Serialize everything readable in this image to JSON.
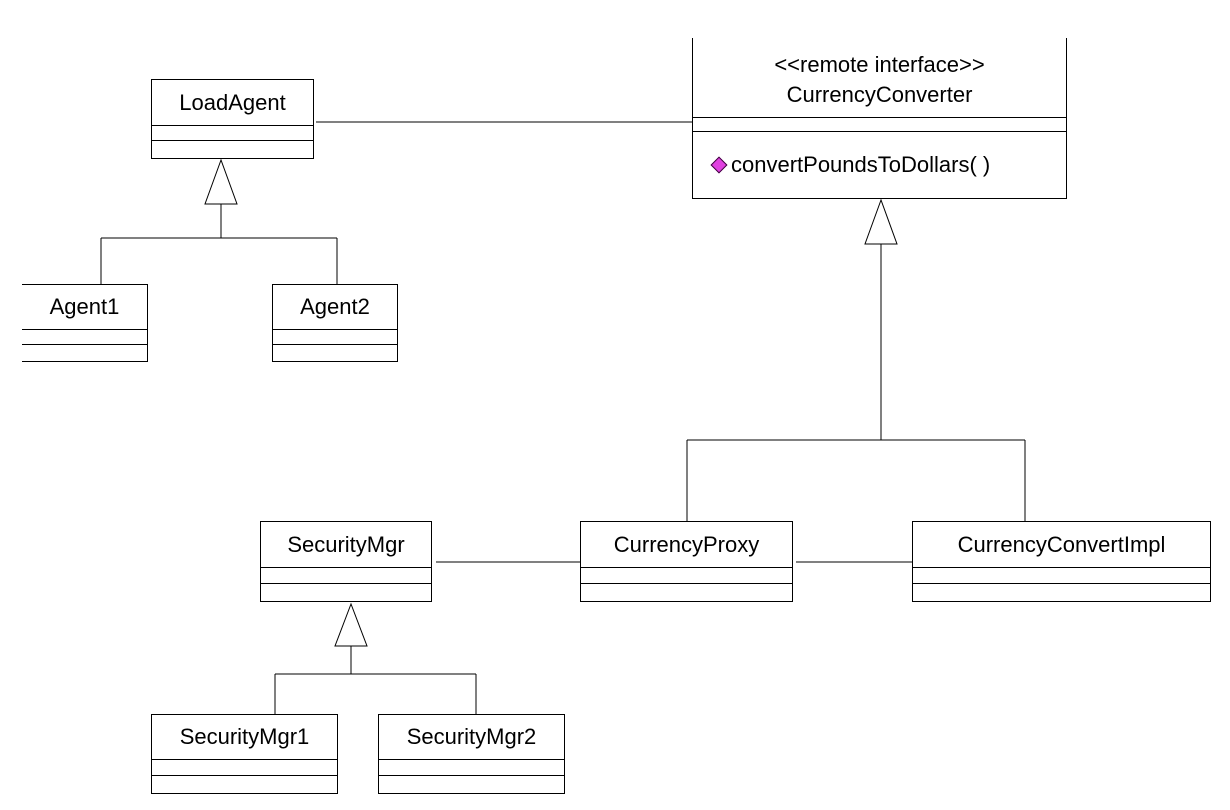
{
  "classes": {
    "load_agent": {
      "name": "LoadAgent"
    },
    "agent1": {
      "name": "Agent1"
    },
    "agent2": {
      "name": "Agent2"
    },
    "currency_converter": {
      "stereotype": "<<remote interface>>",
      "name": "CurrencyConverter",
      "operations": [
        "convertPoundsToDollars( )"
      ]
    },
    "security_mgr": {
      "name": "SecurityMgr"
    },
    "security_mgr1": {
      "name": "SecurityMgr1"
    },
    "security_mgr2": {
      "name": "SecurityMgr2"
    },
    "currency_proxy": {
      "name": "CurrencyProxy"
    },
    "currency_convert_impl": {
      "name": "CurrencyConvertImpl"
    }
  },
  "colors": {
    "line": "#000000",
    "operation_icon": "#e040e0"
  },
  "icons": {
    "operation": "public-operation-icon"
  }
}
